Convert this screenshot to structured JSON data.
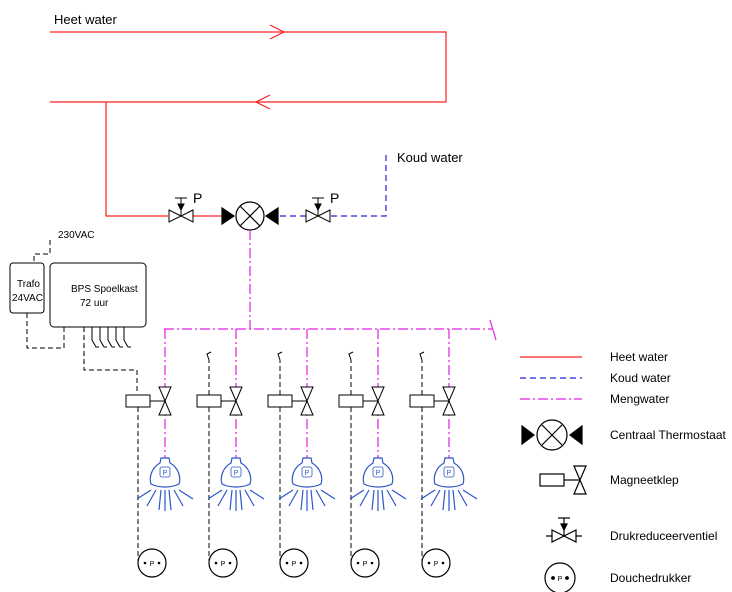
{
  "labels": {
    "hot_water": "Heet water",
    "cold_water": "Koud water",
    "mains_voltage": "230VAC",
    "trafo_name": "Trafo",
    "trafo_voltage": "24VAC",
    "controller_name": "BPS Spoelkast",
    "controller_duration": "72 uur",
    "pressure_symbol": "P"
  },
  "legend": [
    {
      "key": "hot",
      "label": "Heet water"
    },
    {
      "key": "cold",
      "label": "Koud water"
    },
    {
      "key": "mixed",
      "label": "Mengwater"
    },
    {
      "key": "thermostat",
      "label": "Centraal Thermostaat"
    },
    {
      "key": "solenoid",
      "label": "Magneetklep"
    },
    {
      "key": "prv",
      "label": "Drukreduceerventiel"
    },
    {
      "key": "button",
      "label": "Douchedrukker"
    }
  ],
  "showers": [
    {
      "id": 1
    },
    {
      "id": 2
    },
    {
      "id": 3
    },
    {
      "id": 4
    },
    {
      "id": 5
    }
  ],
  "colors": {
    "hot": "#ff2020",
    "cold": "#2020dd",
    "mixed": "#e020e0",
    "control": "#000000",
    "shower": "#2b55c9"
  }
}
